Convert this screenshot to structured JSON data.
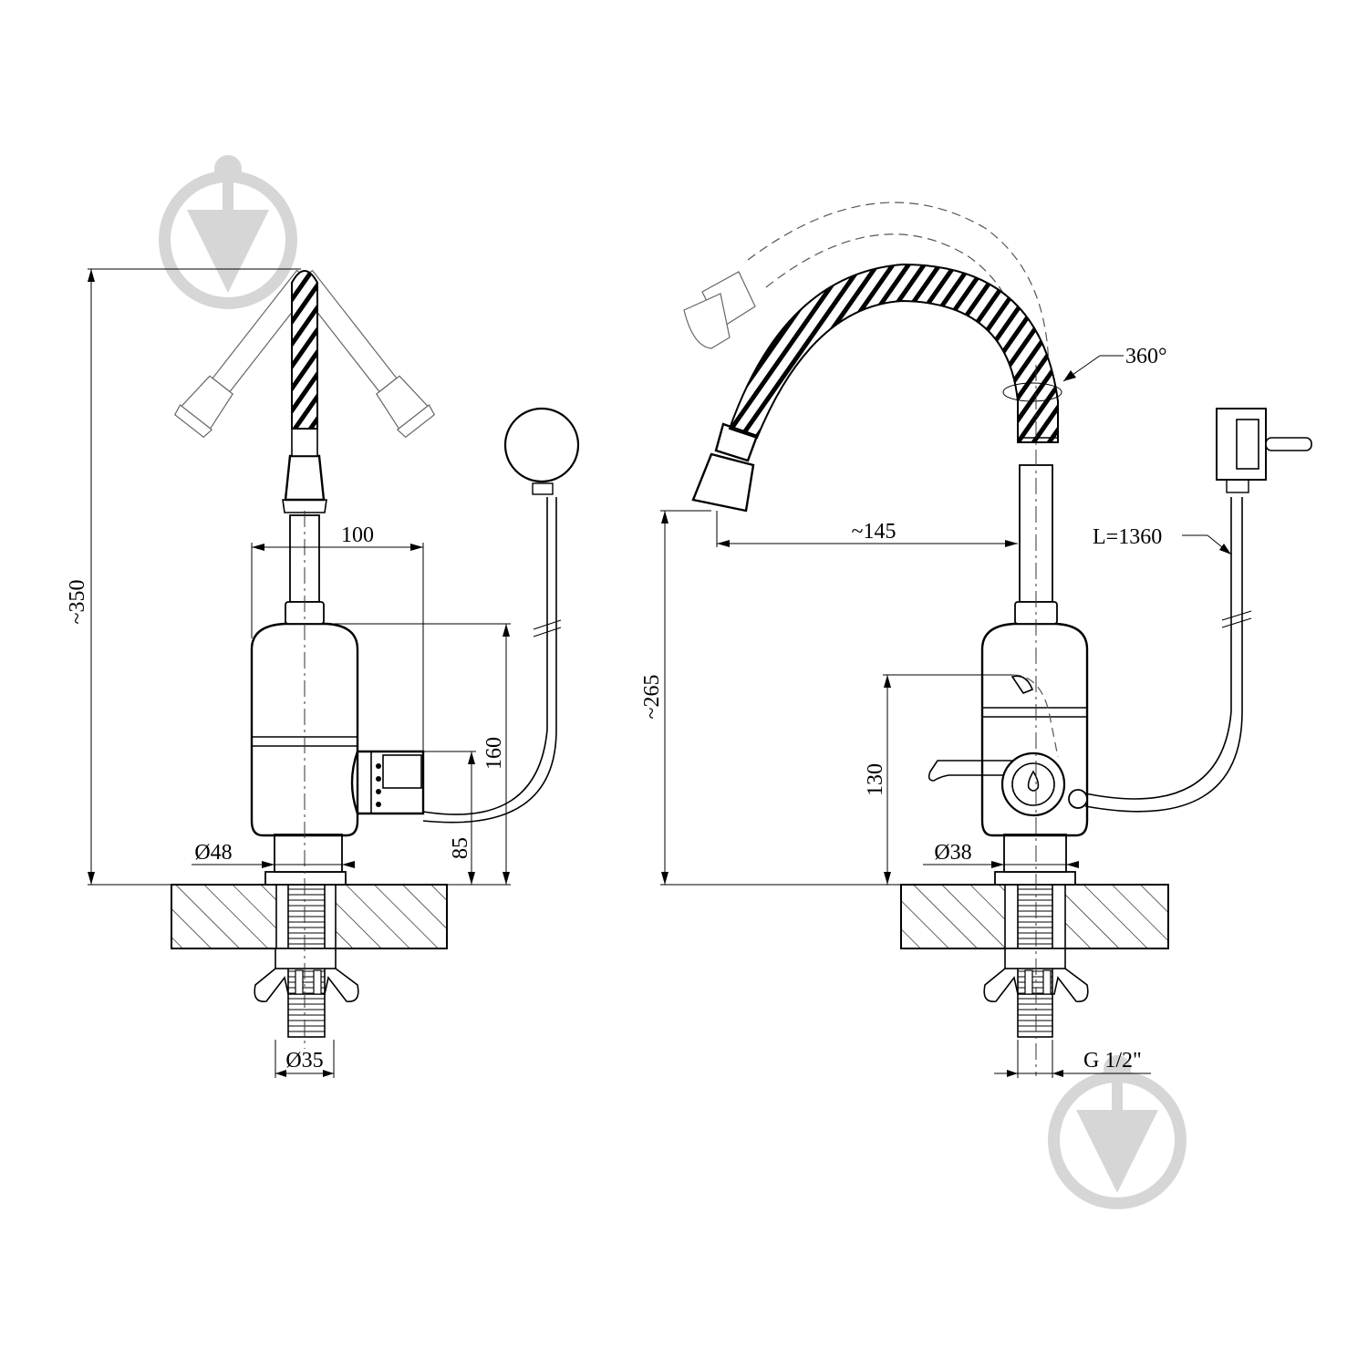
{
  "drawing": {
    "left_view": {
      "dimensions": {
        "overall_height": "~350",
        "body_width": "100",
        "body_height": "160",
        "handle_height": "85",
        "base_diameter": "Ø48",
        "shank_diameter": "Ø35"
      }
    },
    "right_view": {
      "dimensions": {
        "spout_height": "~265",
        "spout_reach": "~145",
        "swivel_angle": "360°",
        "cable_length": "L=1360",
        "lever_height": "130",
        "base_diameter": "Ø38",
        "thread": "G 1/2\""
      }
    },
    "watermark": {
      "icon": "brand-logo-icon",
      "color": "#d6d6d6"
    }
  }
}
